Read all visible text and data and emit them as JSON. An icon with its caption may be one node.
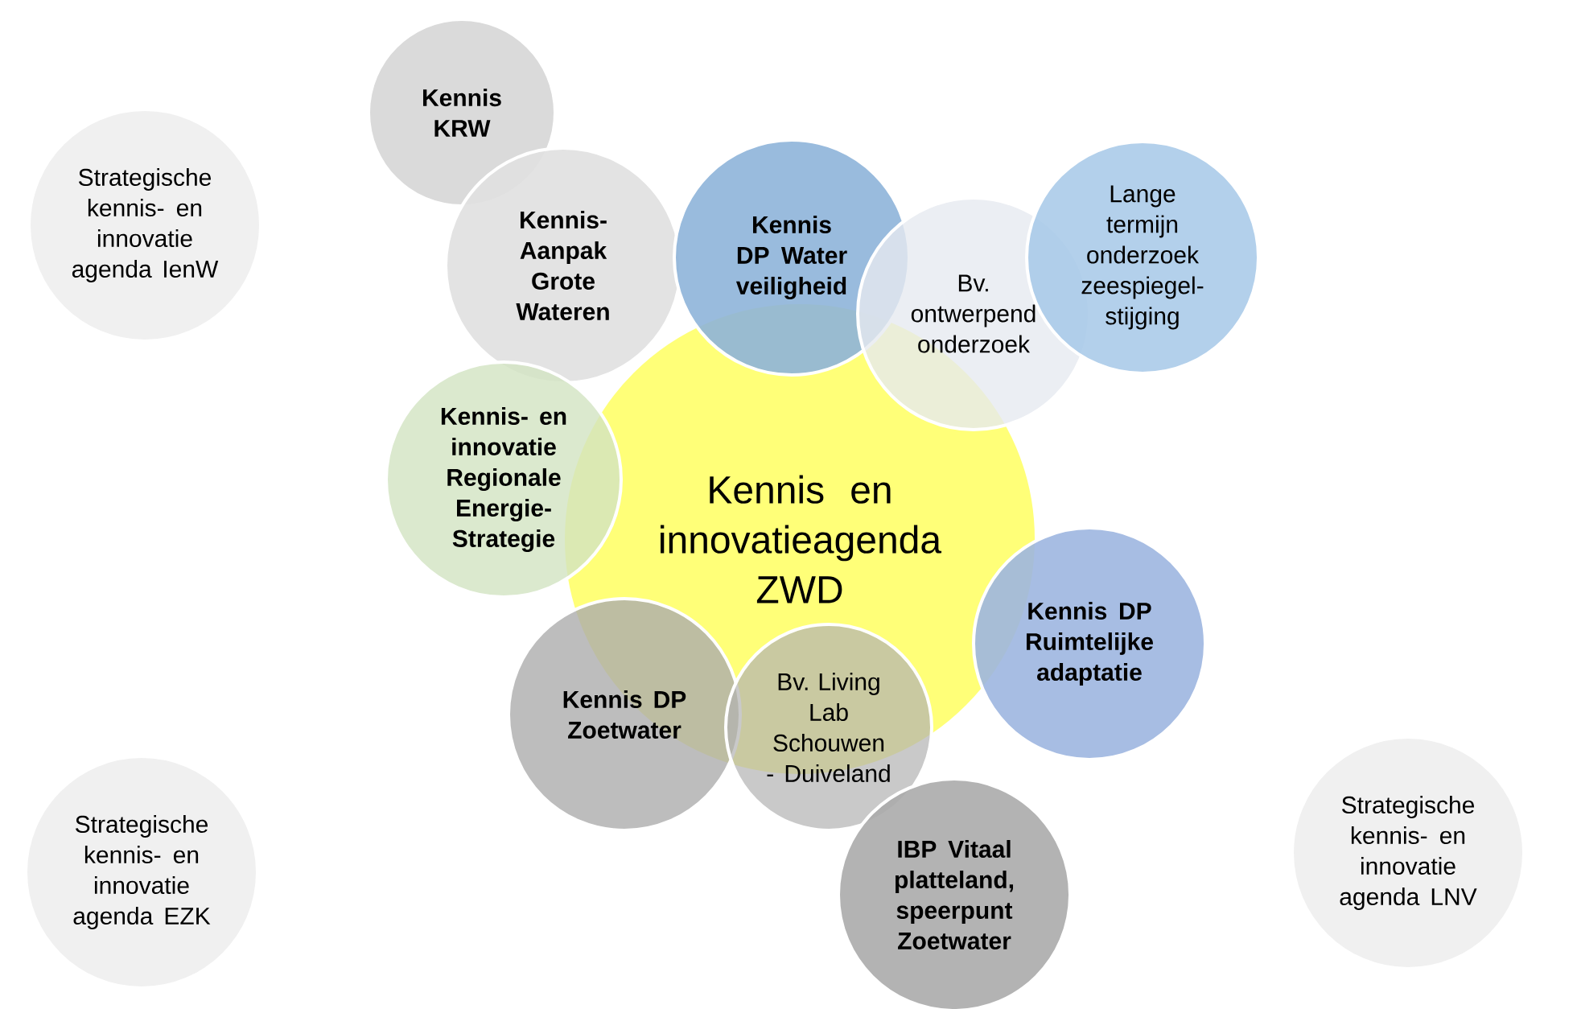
{
  "diagram": {
    "nodes": [
      {
        "text": [
          "Strategische kennis- en innovatie agenda IenW"
        ]
      },
      {
        "text": [
          "Kennis KRW"
        ]
      },
      {
        "text": [
          "Kennis- Aanpak Grote Wateren"
        ]
      },
      {
        "text": [
          "Kennis DP Water veiligheid"
        ]
      },
      {
        "text": [
          "Bv. ontwerpend onderzoek"
        ]
      },
      {
        "text": [
          "Lange termijn onderzoek zeespiegel- stijging"
        ]
      },
      {
        "text": [
          "Kennis- en innovatie Regionale Energie- Strategie"
        ]
      },
      {
        "text": [
          "Kennis en innovatieagenda ZWD"
        ]
      },
      {
        "text": [
          "Kennis DP Ruimtelijke adaptatie"
        ]
      },
      {
        "text": [
          "Kennis DP Zoetwater"
        ]
      },
      {
        "text": [
          "Bv. Living Lab Schouwen - Duiveland"
        ]
      },
      {
        "text": [
          "IBP Vitaal platteland, speerpunt Zoetwater"
        ]
      },
      {
        "text": [
          "Strategische kennis- en innovatie agenda EZK"
        ]
      },
      {
        "text": [
          "Strategische kennis- en innovatie agenda LNV"
        ]
      }
    ]
  }
}
